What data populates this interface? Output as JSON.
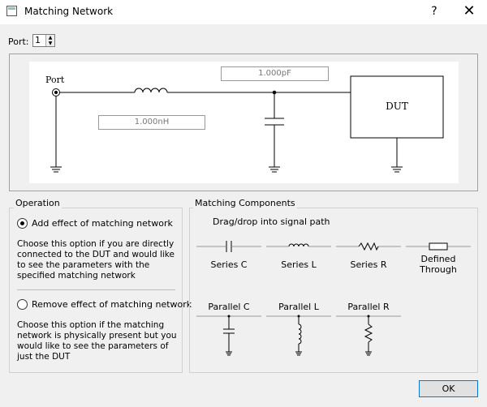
{
  "window": {
    "title": "Matching Network",
    "help": "?",
    "close": "✕"
  },
  "port": {
    "label": "Port:",
    "value": "1"
  },
  "schematic": {
    "port_label": "Port",
    "dut_label": "DUT",
    "inductor_value": "1.000nH",
    "capacitor_value": "1.000pF"
  },
  "operation": {
    "title": "Operation",
    "add_label": "Add effect of matching network",
    "add_desc": "Choose this option if you are directly connected to the DUT and would like to see the parameters with the specified matching network",
    "remove_label": "Remove effect of matching network",
    "remove_desc": "Choose this option if the matching network is physically present but you would like to see the parameters of just the DUT",
    "selected": "add"
  },
  "components": {
    "title": "Matching Components",
    "hint": "Drag/drop into signal path",
    "series_c": "Series C",
    "series_l": "Series L",
    "series_r": "Series R",
    "defined_through": "Defined\nThrough",
    "parallel_c": "Parallel C",
    "parallel_l": "Parallel L",
    "parallel_r": "Parallel R"
  },
  "buttons": {
    "ok": "OK"
  }
}
